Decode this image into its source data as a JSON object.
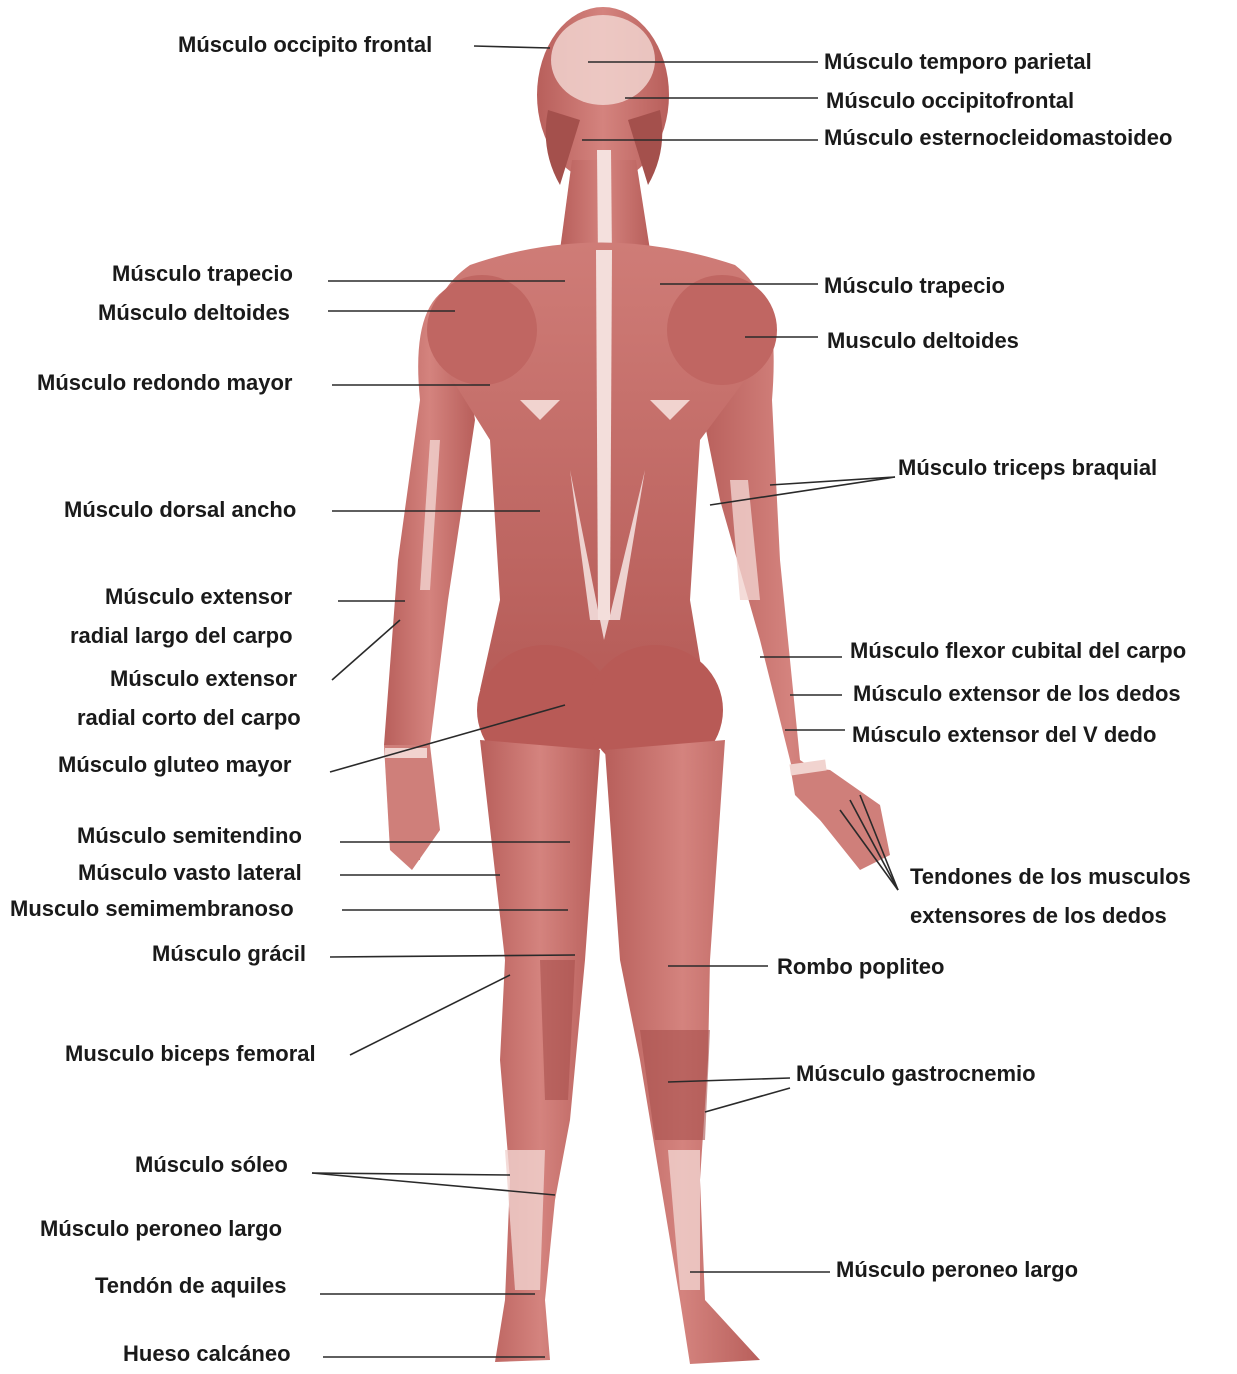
{
  "labels_left": {
    "occipito_frontal": "Músculo occipito frontal",
    "trapecio": "Músculo trapecio",
    "deltoides": "Músculo deltoides",
    "redondo_mayor": "Músculo redondo mayor",
    "dorsal_ancho": "Músculo dorsal ancho",
    "extensor_largo_1": "Músculo extensor",
    "extensor_largo_2": "radial largo del carpo",
    "extensor_corto_1": "Músculo extensor",
    "extensor_corto_2": "radial corto del carpo",
    "gluteo_mayor": "Músculo gluteo mayor",
    "semitendino": "Músculo semitendino",
    "vasto_lateral": "Músculo vasto lateral",
    "semimembranoso": "Musculo semimembranoso",
    "gracil": "Músculo grácil",
    "biceps_femoral": "Musculo biceps femoral",
    "soleo": "Músculo sóleo",
    "peroneo_largo": "Músculo peroneo largo",
    "tendon_aquiles": "Tendón de aquiles",
    "calcaneo": "Hueso calcáneo"
  },
  "labels_right": {
    "temporo_parietal": "Músculo temporo parietal",
    "occipitofrontal": "Músculo occipitofrontal",
    "esternocleidomastoideo": "Músculo esternocleidomastoideo",
    "trapecio": "Músculo trapecio",
    "deltoides": "Musculo deltoides",
    "triceps_braquial": "Músculo triceps braquial",
    "flexor_cubital": "Músculo flexor cubital del carpo",
    "extensor_dedos": "Músculo extensor de los dedos",
    "extensor_v_dedo": "Músculo extensor del V dedo",
    "tendones_1": "Tendones de los musculos",
    "tendones_2": "extensores de los dedos",
    "rombo_popliteo": "Rombo popliteo",
    "gastrocnemio": "Músculo gastrocnemio",
    "peroneo_largo": "Músculo peroneo largo"
  },
  "colors": {
    "muscle": "#c9726e",
    "muscle_dark": "#a8504d",
    "muscle_light": "#dd9590",
    "tendon": "#f3dedb",
    "leader": "#2a2a2a",
    "text": "#1a1a1a"
  }
}
